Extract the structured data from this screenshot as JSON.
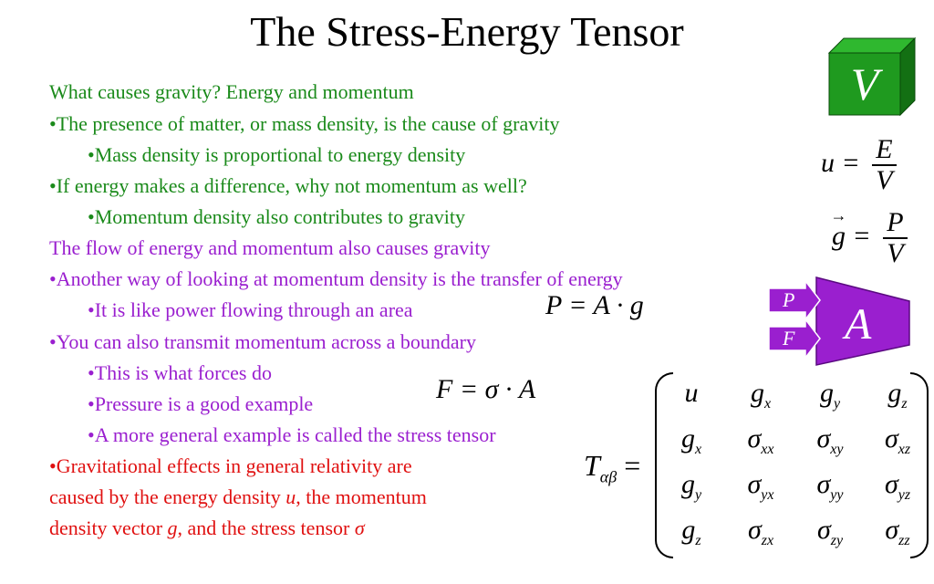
{
  "title": "The Stress-Energy Tensor",
  "bullets": [
    {
      "text": "What causes gravity? Energy and momentum",
      "color": "#1a8a1a"
    },
    {
      "text": "•The presence of matter, or mass density, is the cause of gravity",
      "color": "#1a8a1a"
    },
    {
      "text": "•Mass density is proportional to energy density",
      "color": "#1a8a1a"
    },
    {
      "text": "•If energy makes a difference, why not momentum as well?",
      "color": "#1a8a1a"
    },
    {
      "text": "•Momentum density also contributes to gravity",
      "color": "#1a8a1a"
    },
    {
      "text": "The flow of energy and momentum also causes gravity",
      "color": "#9a1fcf"
    },
    {
      "text": "•Another way of looking at momentum density is the transfer of energy",
      "color": "#9a1fcf"
    },
    {
      "text": "•It is like power flowing through an area",
      "color": "#9a1fcf"
    },
    {
      "text": "•You can also transmit momentum across a boundary",
      "color": "#9a1fcf"
    },
    {
      "text": "•This is what forces do",
      "color": "#9a1fcf"
    },
    {
      "text": "•Pressure is a good example",
      "color": "#9a1fcf"
    },
    {
      "text": "•A more general example is called the stress tensor",
      "color": "#9a1fcf"
    },
    {
      "text": "•Gravitational effects in general relativity are",
      "color": "#e01010"
    }
  ],
  "final_lines": {
    "l1": "caused by the energy density ",
    "u": "u",
    "l1b": ", the momentum",
    "l2": "density vector ",
    "g": "g",
    "l2b": ", and the stress tensor ",
    "sigma": "σ"
  },
  "equations": {
    "u_lhs": "u =",
    "u_num": "E",
    "u_den": "V",
    "g_lhs": "g",
    "g_eq": " =",
    "g_num": "P",
    "g_den": "V",
    "power": "P = A · g",
    "force": "F = σ · A",
    "tensor_lhs": "T",
    "tensor_sub": "αβ",
    "tensor_eq": "="
  },
  "matrix": [
    [
      {
        "b": "u",
        "s": ""
      },
      {
        "b": "g",
        "s": "x"
      },
      {
        "b": "g",
        "s": "y"
      },
      {
        "b": "g",
        "s": "z"
      }
    ],
    [
      {
        "b": "g",
        "s": "x"
      },
      {
        "b": "σ",
        "s": "xx"
      },
      {
        "b": "σ",
        "s": "xy"
      },
      {
        "b": "σ",
        "s": "xz"
      }
    ],
    [
      {
        "b": "g",
        "s": "y"
      },
      {
        "b": "σ",
        "s": "yx"
      },
      {
        "b": "σ",
        "s": "yy"
      },
      {
        "b": "σ",
        "s": "yz"
      }
    ],
    [
      {
        "b": "g",
        "s": "z"
      },
      {
        "b": "σ",
        "s": "zx"
      },
      {
        "b": "σ",
        "s": "zy"
      },
      {
        "b": "σ",
        "s": "zz"
      }
    ]
  ],
  "cube_label": "V",
  "area_label": "A",
  "arrow_p": "P",
  "arrow_f": "F",
  "colors": {
    "green": "#1a8a1a",
    "purple": "#9a1fcf",
    "red": "#e01010",
    "cube": "#1f9a1f"
  }
}
